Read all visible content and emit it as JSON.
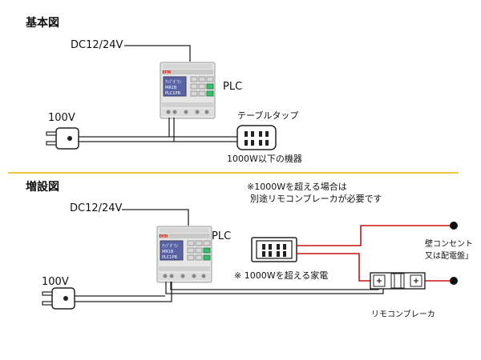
{
  "sections": {
    "basic": {
      "title": "基本図"
    },
    "extended": {
      "title": "増設図"
    }
  },
  "labels": {
    "dc_top": "DC12/24V",
    "plc_top": "PLC",
    "v100_top": "100V",
    "tap": "テーブルタップ",
    "device_limit": "1000W以下の機器",
    "note_line1": "※1000Wを超える場合は",
    "note_line2": "別途リモコンブレーカが必要です",
    "dc_bottom": "DC12/24V",
    "plc_bottom": "PLC",
    "v100_bottom": "100V",
    "appliance": "※ 1000Wを超える家電",
    "wall_line1": "壁コンセント",
    "wall_line2": "又は配電盤」",
    "breaker": "リモコンブレーカ"
  },
  "plc_screen": {
    "line1": "ｱｯﾌﾟﾀﾞｳﾝ",
    "line2": "MR1B",
    "line3": "PLC1PB"
  },
  "plc_brand": "IDEC",
  "colors": {
    "divider": "#f0b400",
    "red_wire": "#cc1111",
    "wire": "#222222",
    "plc_body": "#e6e6e6",
    "plc_screen": "#5a63a3",
    "key_green": "#3bbb6a"
  }
}
